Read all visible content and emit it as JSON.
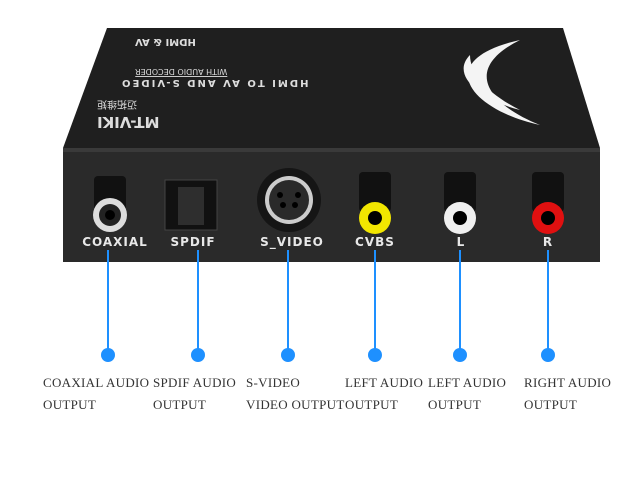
{
  "device": {
    "brand": "MT-VIKI",
    "brand_cn": "迈拓维矩",
    "model_text": "HDMI TO AV AND S-VIDEO",
    "subtitle": "WITH AUDIO DECODER",
    "corner_text": "HDMI & AV",
    "colors": {
      "body": "#1c1c1c",
      "panel": "#262626",
      "cvbs": "#f2e600",
      "left": "#f0f0f0",
      "right": "#e01010",
      "callout": "#1e90ff"
    }
  },
  "ports": [
    {
      "panel_label": "COAXIAL",
      "caption_line1": "COAXIAL AUDIO",
      "caption_line2": "OUTPUT"
    },
    {
      "panel_label": "SPDIF",
      "caption_line1": "SPDIF AUDIO",
      "caption_line2": "OUTPUT"
    },
    {
      "panel_label": "S_VIDEO",
      "caption_line1": "S-VIDEO",
      "caption_line2": "VIDEO OUTPUT"
    },
    {
      "panel_label": "CVBS",
      "caption_line1": "LEFT AUDIO",
      "caption_line2": "OUTPUT"
    },
    {
      "panel_label": "L",
      "caption_line1": "LEFT AUDIO",
      "caption_line2": "OUTPUT"
    },
    {
      "panel_label": "R",
      "caption_line1": "RIGHT AUDIO",
      "caption_line2": "OUTPUT"
    }
  ]
}
